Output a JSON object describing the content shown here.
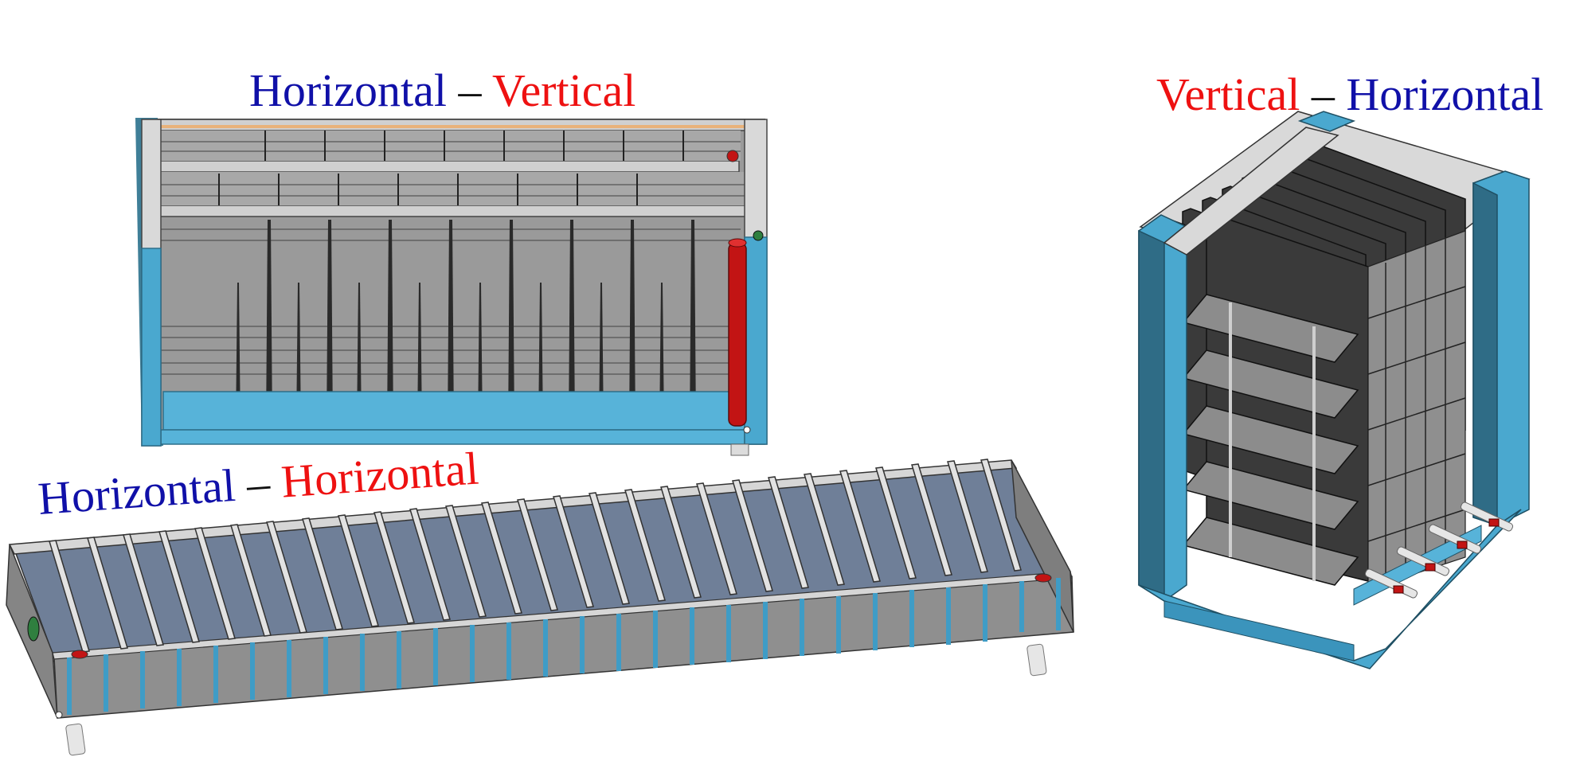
{
  "figure": {
    "captions": [
      {
        "id": "top-left",
        "first": "Horizontal",
        "separator": " – ",
        "second": "Vertical",
        "first_color": "#1010a8",
        "second_color": "#ee1111"
      },
      {
        "id": "bottom-left",
        "first": "Horizontal",
        "separator": " – ",
        "second": "Horizontal",
        "first_color": "#1010a8",
        "second_color": "#ee1111"
      },
      {
        "id": "right",
        "first": "Vertical",
        "separator": " – ",
        "second": "Horizontal",
        "first_color": "#ee1111",
        "second_color": "#1010a8"
      }
    ],
    "colors": {
      "frame_blue": "#4aa8cf",
      "frame_blue_dark": "#2d6f8a",
      "panel_grey": "#8a8a8a",
      "panel_light": "#d6d6d6",
      "plate_dark": "#3a3a3a",
      "pipe_red": "#b01010"
    }
  }
}
